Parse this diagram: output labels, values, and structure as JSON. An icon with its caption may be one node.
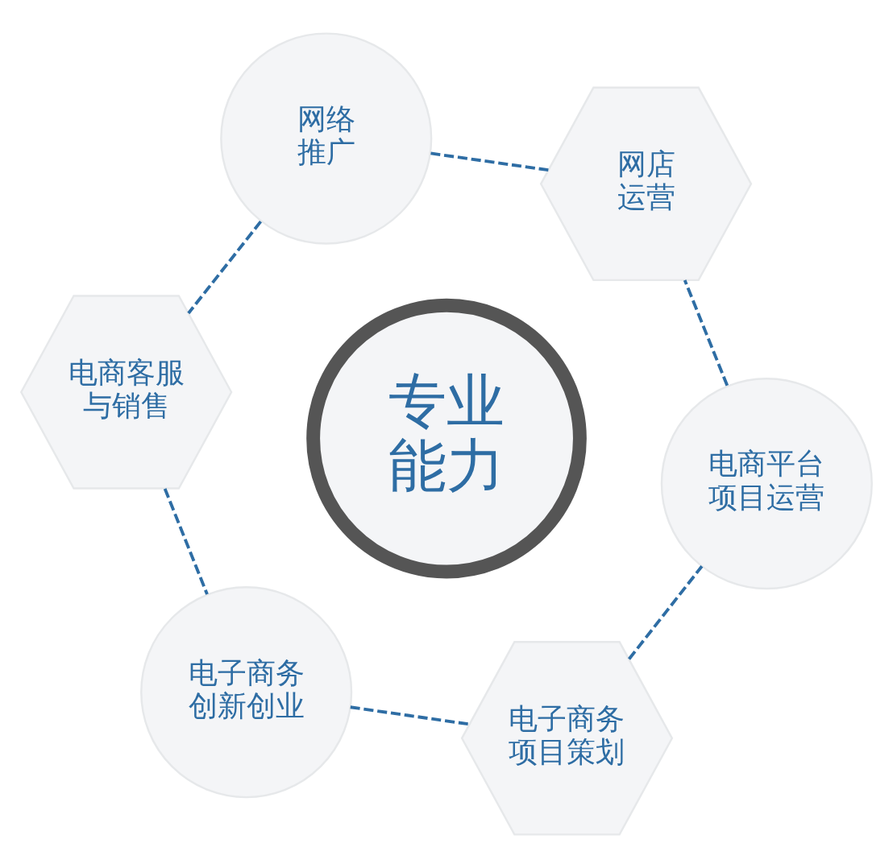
{
  "diagram": {
    "nodes": [
      {
        "text": [
          "专业能力"
        ]
      },
      {
        "text": [
          "电子商务项目策划"
        ]
      },
      {
        "text": [
          "电商平台项目运营"
        ]
      },
      {
        "text": [
          "网店运营"
        ]
      },
      {
        "text": [
          "网络推广"
        ]
      },
      {
        "text": [
          "电商客服与销售"
        ]
      },
      {
        "text": [
          "电子商务创新创业"
        ]
      }
    ],
    "edges": [
      {
        "from": 1,
        "to": 2,
        "arrow": "none",
        "style": "dashed"
      },
      {
        "from": 2,
        "to": 3,
        "arrow": "none",
        "style": "dashed"
      },
      {
        "from": 3,
        "to": 4,
        "arrow": "none",
        "style": "dashed"
      },
      {
        "from": 4,
        "to": 5,
        "arrow": "none",
        "style": "dashed"
      },
      {
        "from": 5,
        "to": 6,
        "arrow": "none",
        "style": "dashed"
      },
      {
        "from": 6,
        "to": 1,
        "arrow": "none",
        "style": "dashed"
      }
    ]
  }
}
